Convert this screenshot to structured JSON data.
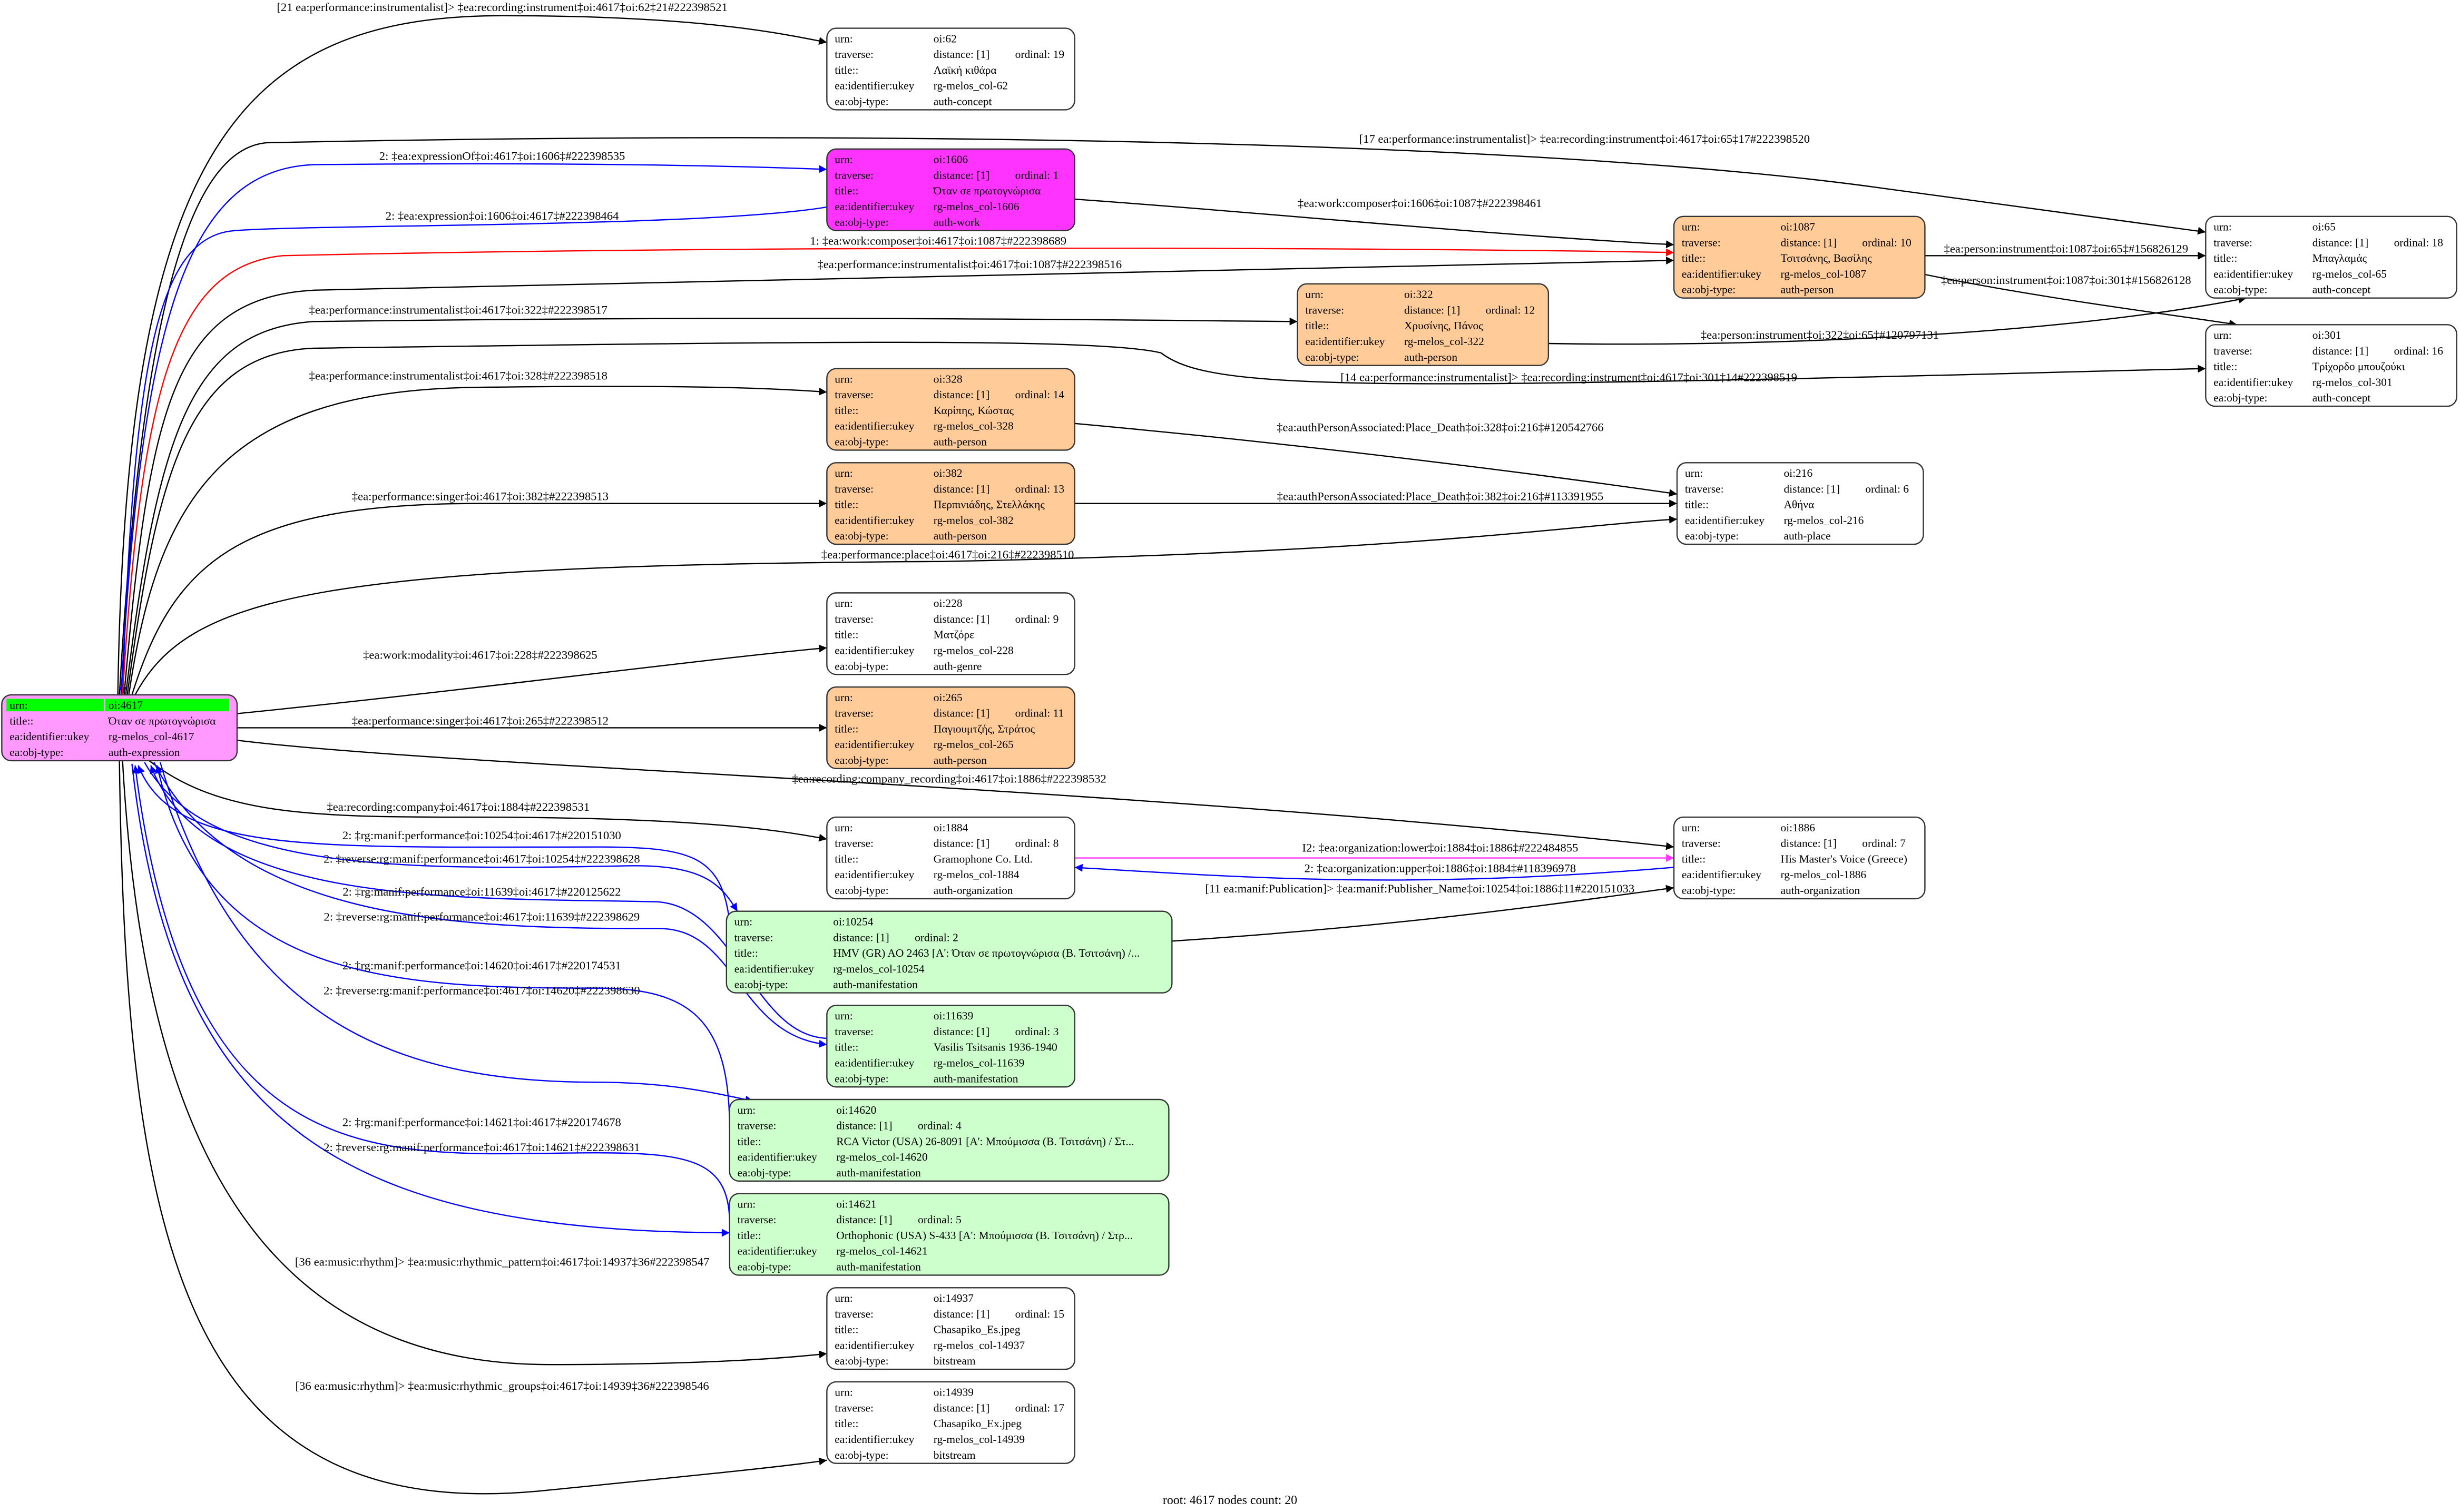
{
  "colors": {
    "root_fill": "#ff99ff",
    "root_header": "#00ff00",
    "work": "#ff33ff",
    "person": "#ffcc99",
    "manifestation": "#ccffcc",
    "default": "#ffffff",
    "edge_default": "#000000",
    "edge_blue": "#0000ff",
    "edge_red": "#ff0000",
    "edge_magenta": "#ff33ff"
  },
  "field_labels": {
    "urn": "urn:",
    "traverse": "traverse:",
    "title": "title::",
    "ukey": "ea:identifier:ukey",
    "type": "ea:obj-type:"
  },
  "nodes": [
    {
      "urn": "oi:4617",
      "title": "Όταν σε πρωτογνώρισα",
      "ukey": "rg-melos_col-4617",
      "type": "auth-expression",
      "fill": "#ff99ff",
      "root": true
    },
    {
      "urn": "oi:62",
      "distance": "distance: [1]",
      "ordinal": "ordinal: 19",
      "title": "Λαϊκή κιθάρα",
      "ukey": "rg-melos_col-62",
      "type": "auth-concept",
      "fill": "#ffffff"
    },
    {
      "urn": "oi:1606",
      "distance": "distance: [1]",
      "ordinal": "ordinal: 1",
      "title": "Όταν σε πρωτογνώρισα",
      "ukey": "rg-melos_col-1606",
      "type": "auth-work",
      "fill": "#ff33ff"
    },
    {
      "urn": "oi:1087",
      "distance": "distance: [1]",
      "ordinal": "ordinal: 10",
      "title": "Τσιτσάνης, Βασίλης",
      "ukey": "rg-melos_col-1087",
      "type": "auth-person",
      "fill": "#ffcc99"
    },
    {
      "urn": "oi:65",
      "distance": "distance: [1]",
      "ordinal": "ordinal: 18",
      "title": "Μπαγλαμάς",
      "ukey": "rg-melos_col-65",
      "type": "auth-concept",
      "fill": "#ffffff"
    },
    {
      "urn": "oi:322",
      "distance": "distance: [1]",
      "ordinal": "ordinal: 12",
      "title": "Χρυσίνης, Πάνος",
      "ukey": "rg-melos_col-322",
      "type": "auth-person",
      "fill": "#ffcc99"
    },
    {
      "urn": "oi:301",
      "distance": "distance: [1]",
      "ordinal": "ordinal: 16",
      "title": "Τρίχορδο μπουζούκι",
      "ukey": "rg-melos_col-301",
      "type": "auth-concept",
      "fill": "#ffffff"
    },
    {
      "urn": "oi:328",
      "distance": "distance: [1]",
      "ordinal": "ordinal: 14",
      "title": "Καρίπης, Κώστας",
      "ukey": "rg-melos_col-328",
      "type": "auth-person",
      "fill": "#ffcc99"
    },
    {
      "urn": "oi:382",
      "distance": "distance: [1]",
      "ordinal": "ordinal: 13",
      "title": "Περπινιάδης, Στελλάκης",
      "ukey": "rg-melos_col-382",
      "type": "auth-person",
      "fill": "#ffcc99"
    },
    {
      "urn": "oi:216",
      "distance": "distance: [1]",
      "ordinal": "ordinal: 6",
      "title": "Αθήνα",
      "ukey": "rg-melos_col-216",
      "type": "auth-place",
      "fill": "#ffffff"
    },
    {
      "urn": "oi:228",
      "distance": "distance: [1]",
      "ordinal": "ordinal: 9",
      "title": "Ματζόρε",
      "ukey": "rg-melos_col-228",
      "type": "auth-genre",
      "fill": "#ffffff"
    },
    {
      "urn": "oi:265",
      "distance": "distance: [1]",
      "ordinal": "ordinal: 11",
      "title": "Παγιουμτζής, Στράτος",
      "ukey": "rg-melos_col-265",
      "type": "auth-person",
      "fill": "#ffcc99"
    },
    {
      "urn": "oi:1884",
      "distance": "distance: [1]",
      "ordinal": "ordinal: 8",
      "title": "Gramophone Co. Ltd.",
      "ukey": "rg-melos_col-1884",
      "type": "auth-organization",
      "fill": "#ffffff"
    },
    {
      "urn": "oi:1886",
      "distance": "distance: [1]",
      "ordinal": "ordinal: 7",
      "title": "His Master's Voice (Greece)",
      "ukey": "rg-melos_col-1886",
      "type": "auth-organization",
      "fill": "#ffffff"
    },
    {
      "urn": "oi:10254",
      "distance": "distance: [1]",
      "ordinal": "ordinal: 2",
      "title": "HMV (GR) AO 2463 [A': Όταν σε πρωτογνώρισα (Β. Τσιτσάνη) /...",
      "ukey": "rg-melos_col-10254",
      "type": "auth-manifestation",
      "fill": "#ccffcc"
    },
    {
      "urn": "oi:11639",
      "distance": "distance: [1]",
      "ordinal": "ordinal: 3",
      "title": "Vasilis Tsitsanis 1936-1940",
      "ukey": "rg-melos_col-11639",
      "type": "auth-manifestation",
      "fill": "#ccffcc"
    },
    {
      "urn": "oi:14620",
      "distance": "distance: [1]",
      "ordinal": "ordinal: 4",
      "title": "RCA Victor (USA) 26-8091 [A': Μπούμισσα (Β. Τσιτσάνη) / Στ...",
      "ukey": "rg-melos_col-14620",
      "type": "auth-manifestation",
      "fill": "#ccffcc"
    },
    {
      "urn": "oi:14621",
      "distance": "distance: [1]",
      "ordinal": "ordinal: 5",
      "title": "Orthophonic (USA) S-433 [A': Μπούμισσα (Β. Τσιτσάνη) / Στρ...",
      "ukey": "rg-melos_col-14621",
      "type": "auth-manifestation",
      "fill": "#ccffcc"
    },
    {
      "urn": "oi:14937",
      "distance": "distance: [1]",
      "ordinal": "ordinal: 15",
      "title": "Chasapiko_Es.jpeg",
      "ukey": "rg-melos_col-14937",
      "type": "bitstream",
      "fill": "#ffffff"
    },
    {
      "urn": "oi:14939",
      "distance": "distance: [1]",
      "ordinal": "ordinal: 17",
      "title": "Chasapiko_Ex.jpeg",
      "ukey": "rg-melos_col-14939",
      "type": "bitstream",
      "fill": "#ffffff"
    }
  ],
  "edges": [
    {
      "label": "[21 ea:performance:instrumentalist]> ‡ea:recording:instrument‡oi:4617‡oi:62‡21#222398521",
      "color": "#000000"
    },
    {
      "label": "[17 ea:performance:instrumentalist]> ‡ea:recording:instrument‡oi:4617‡oi:65‡17#222398520",
      "color": "#000000"
    },
    {
      "label": "2: ‡ea:expressionOf‡oi:4617‡oi:1606‡#222398535",
      "color": "#0000ff"
    },
    {
      "label": "2: ‡ea:expression‡oi:1606‡oi:4617‡#222398464",
      "color": "#0000ff"
    },
    {
      "label": "‡ea:work:composer‡oi:1606‡oi:1087‡#222398461",
      "color": "#000000"
    },
    {
      "label": "1: ‡ea:work:composer‡oi:4617‡oi:1087‡#222398689",
      "color": "#ff0000"
    },
    {
      "label": "‡ea:performance:instrumentalist‡oi:4617‡oi:1087‡#222398516",
      "color": "#000000"
    },
    {
      "label": "‡ea:performance:instrumentalist‡oi:4617‡oi:322‡#222398517",
      "color": "#000000"
    },
    {
      "label": "[14 ea:performance:instrumentalist]> ‡ea:recording:instrument‡oi:4617‡oi:301‡14#222398519",
      "color": "#000000"
    },
    {
      "label": "‡ea:performance:instrumentalist‡oi:4617‡oi:328‡#222398518",
      "color": "#000000"
    },
    {
      "label": "‡ea:performance:singer‡oi:4617‡oi:382‡#222398513",
      "color": "#000000"
    },
    {
      "label": "‡ea:performance:place‡oi:4617‡oi:216‡#222398510",
      "color": "#000000"
    },
    {
      "label": "‡ea:work:modality‡oi:4617‡oi:228‡#222398625",
      "color": "#000000"
    },
    {
      "label": "‡ea:performance:singer‡oi:4617‡oi:265‡#222398512",
      "color": "#000000"
    },
    {
      "label": "‡ea:recording:company_recording‡oi:4617‡oi:1886‡#222398532",
      "color": "#000000"
    },
    {
      "label": "‡ea:recording:company‡oi:4617‡oi:1884‡#222398531",
      "color": "#000000"
    },
    {
      "label": "‡ea:person:instrument‡oi:1087‡oi:65‡#156826129",
      "color": "#000000"
    },
    {
      "label": "‡ea:person:instrument‡oi:1087‡oi:301‡#156826128",
      "color": "#000000"
    },
    {
      "label": "‡ea:person:instrument‡oi:322‡oi:65‡#120797131",
      "color": "#000000"
    },
    {
      "label": "‡ea:authPersonAssociated:Place_Death‡oi:328‡oi:216‡#120542766",
      "color": "#000000"
    },
    {
      "label": "‡ea:authPersonAssociated:Place_Death‡oi:382‡oi:216‡#113391955",
      "color": "#000000"
    },
    {
      "label": "I2: ‡ea:organization:lower‡oi:1884‡oi:1886‡#222484855",
      "color": "#ff33ff"
    },
    {
      "label": "2: ‡ea:organization:upper‡oi:1886‡oi:1884‡#118396978",
      "color": "#0000ff"
    },
    {
      "label": "[11 ea:manif:Publication]> ‡ea:manif:Publisher_Name‡oi:10254‡oi:1886‡11#220151033",
      "color": "#000000"
    },
    {
      "label": "2: ‡rg:manif:performance‡oi:10254‡oi:4617‡#220151030",
      "color": "#0000ff"
    },
    {
      "label": "2: ‡reverse:rg:manif:performance‡oi:4617‡oi:10254‡#222398628",
      "color": "#0000ff"
    },
    {
      "label": "2: ‡rg:manif:performance‡oi:11639‡oi:4617‡#220125622",
      "color": "#0000ff"
    },
    {
      "label": "2: ‡reverse:rg:manif:performance‡oi:4617‡oi:11639‡#222398629",
      "color": "#0000ff"
    },
    {
      "label": "2: ‡rg:manif:performance‡oi:14620‡oi:4617‡#220174531",
      "color": "#0000ff"
    },
    {
      "label": "2: ‡reverse:rg:manif:performance‡oi:4617‡oi:14620‡#222398630",
      "color": "#0000ff"
    },
    {
      "label": "2: ‡rg:manif:performance‡oi:14621‡oi:4617‡#220174678",
      "color": "#0000ff"
    },
    {
      "label": "2: ‡reverse:rg:manif:performance‡oi:4617‡oi:14621‡#222398631",
      "color": "#0000ff"
    },
    {
      "label": "[36 ea:music:rhythm]> ‡ea:music:rhythmic_pattern‡oi:4617‡oi:14937‡36#222398547",
      "color": "#000000"
    },
    {
      "label": "[36 ea:music:rhythm]> ‡ea:music:rhythmic_groups‡oi:4617‡oi:14939‡36#222398546",
      "color": "#000000"
    }
  ],
  "footer": "root: 4617 nodes count: 20"
}
